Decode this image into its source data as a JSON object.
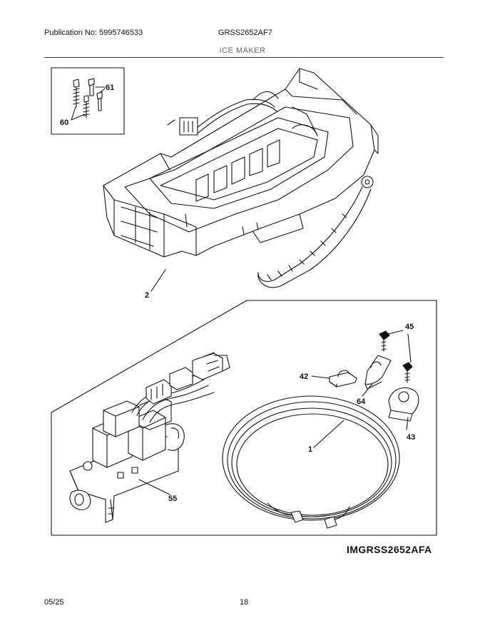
{
  "header": {
    "publication": "Publication No: 5995746533",
    "model": "GRSS2652AF7",
    "section": "ICE MAKER"
  },
  "callouts": {
    "p60": "60",
    "p61": "61",
    "p2": "2",
    "p45": "45",
    "p42": "42",
    "p64": "64",
    "p43": "43",
    "p1": "1",
    "p55": "55"
  },
  "image_code": "IMGRSS2652AFA",
  "footer": {
    "date": "05/25",
    "page": "18"
  }
}
